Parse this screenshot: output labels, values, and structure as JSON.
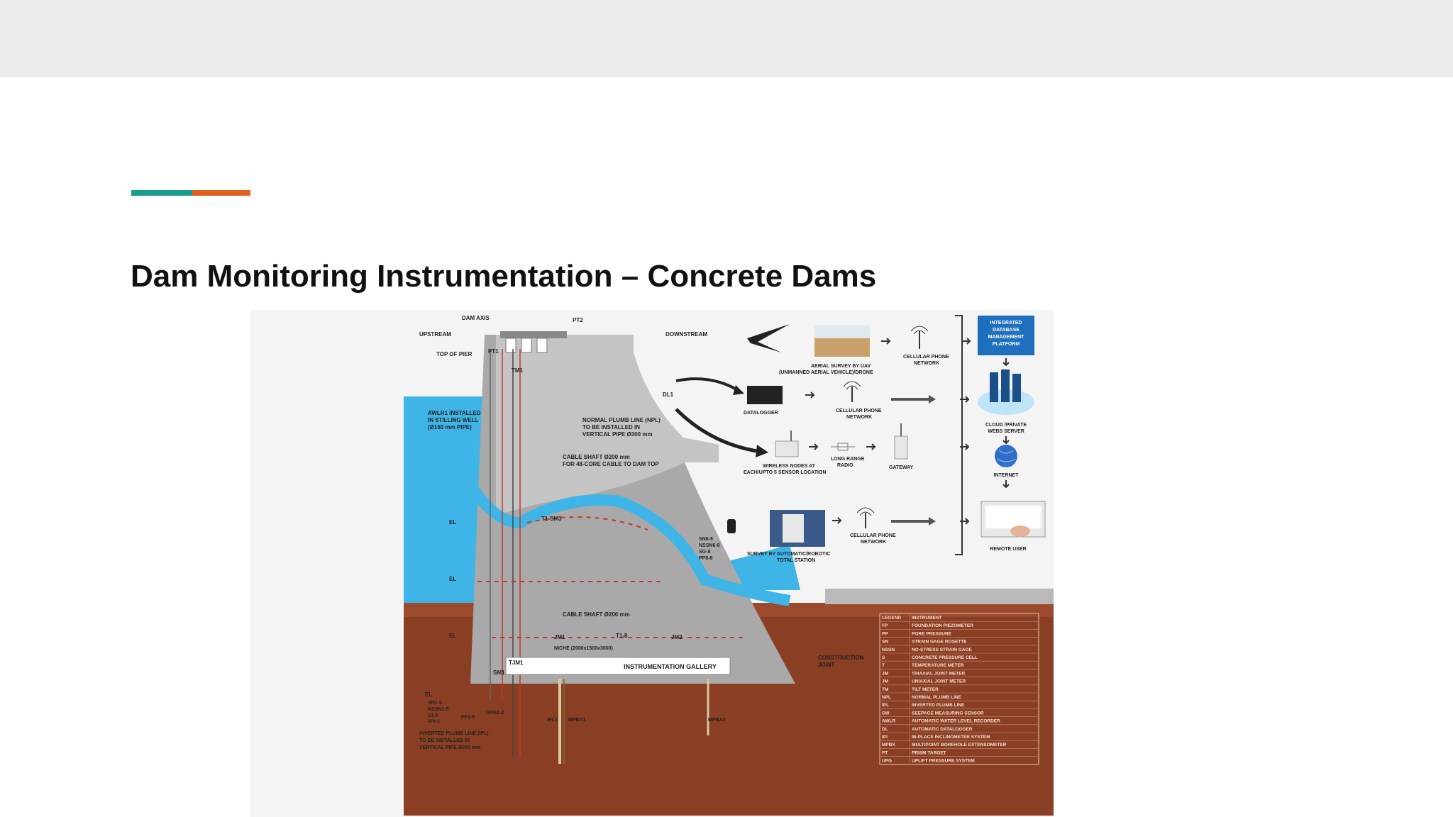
{
  "slide": {
    "title": "Dam Monitoring Instrumentation – Concrete Dams",
    "accent_colors": [
      "#1a9b8c",
      "#e0601d"
    ]
  },
  "diagram": {
    "labels": {
      "dam_axis": "DAM AXIS",
      "pt2": "PT2",
      "upstream": "UPSTREAM",
      "downstream": "DOWNSTREAM",
      "top_of_pier": "TOP OF PIER",
      "pt1": "PT1",
      "tm1": "TM1",
      "dl1": "DL1",
      "awlr": [
        "AWLR1 INSTALLED",
        "IN STILLING WELL",
        "(Ø150 mm PIPE)"
      ],
      "normal_plumb": [
        "NORMAL PLUMB LINE (NPL)",
        "TO BE INSTALLED IN",
        "VERTICAL PIPE Ø300 mm"
      ],
      "cable_shaft_top": [
        "CABLE SHAFT Ø200 mm",
        "FOR 48-CORE CABLE TO DAM TOP"
      ],
      "t1_sm3": "T1-SM3",
      "el": "EL",
      "sn": [
        "SN6-8",
        "NSSN6-8",
        "SG-8",
        "PP8-8"
      ],
      "cable_shaft_bottom": "CABLE SHAFT Ø200 mm",
      "jm1": "JM1",
      "t1_8": "T1-8",
      "jm2": "JM2",
      "niche": "NICHE (2000x1500x3000)",
      "tjm1": "TJM1",
      "sm1": "SM1",
      "gallery": "INSTRUMENTATION GALLERY",
      "construction_joint": [
        "CONSTRUCTION",
        "JOINT"
      ],
      "bottom_left": [
        "SN1-5",
        "NSSN1-5",
        "S1-5",
        "PP1-5"
      ],
      "fp1": "FP1-5",
      "upg1": "UPG1-2",
      "ipl1": "IPL1",
      "mpbx1": "MPBX1",
      "mpbx2": "MPBX2",
      "ipl_note": [
        "INVERTED PLUMB LINE (IPL)",
        "TO BE INSTALLED IN",
        "VERTICAL PIPE Ø200 mm"
      ],
      "uav": [
        "AERIAL SURVEY BY UAV",
        "(UNMANNED AERIAL VEHICLE)/DRONE"
      ],
      "cell1": [
        "CELLULAR PHONE",
        "NETWORK"
      ],
      "datalogger": "DATALOGGER",
      "cell2": [
        "CELLULAR PHONE",
        "NETWORK"
      ],
      "wireless": [
        "WIRELESS NODES AT",
        "EACH/UPTO 5 SENSOR LOCATION"
      ],
      "lora": [
        "LONG RANGE",
        "RADIO"
      ],
      "gateway": "GATEWAY",
      "survey": [
        "SURVEY BY AUTOMATIC/ROBOTIC",
        "TOTAL STATION"
      ],
      "cell3": [
        "CELLULAR PHONE",
        "NETWORK"
      ],
      "platform": [
        "INTEGRATED",
        "DATABASE",
        "MANAGEMENT",
        "PLATFORM"
      ],
      "cloud": [
        "CLOUD /PRIVATE",
        "WEBS SERVER"
      ],
      "internet": "INTERNET",
      "remote_user": "REMOTE USER"
    },
    "legend": {
      "headers": [
        "LEGEND",
        "INSTRUMENT"
      ],
      "rows": [
        [
          "FP",
          "FOUNDATION PIEZOMETER"
        ],
        [
          "PP",
          "PORE PRESSURE"
        ],
        [
          "SN",
          "STRAIN GAGE ROSETTE"
        ],
        [
          "NSSN",
          "NO-STRESS STRAIN GAGE"
        ],
        [
          "S",
          "CONCRETE PRESSURE CELL"
        ],
        [
          "T",
          "TEMPERATURE METER"
        ],
        [
          "JM",
          "TRIAXIAL JOINT METER"
        ],
        [
          "JM",
          "UNIAXIAL JOINT METER"
        ],
        [
          "TM",
          "TILT METER"
        ],
        [
          "NPL",
          "NORMAL PLUMB LINE"
        ],
        [
          "IPL",
          "INVERTED PLUMB LINE"
        ],
        [
          "SW",
          "SEEPAGE MEASURING SENSOR"
        ],
        [
          "AWLR",
          "AUTOMATIC WATER LEVEL RECORDER"
        ],
        [
          "DL",
          "AUTOMATIC DATALOGGER"
        ],
        [
          "IPI",
          "IN-PLACE INCLINOMETER SYSTEM"
        ],
        [
          "MPBX",
          "MULTIPOINT BOREHOLE EXTENSOMETER"
        ],
        [
          "PT",
          "PRISM TARGET"
        ],
        [
          "UPG",
          "UPLIFT PRESSURE SYSTEM"
        ]
      ]
    }
  }
}
